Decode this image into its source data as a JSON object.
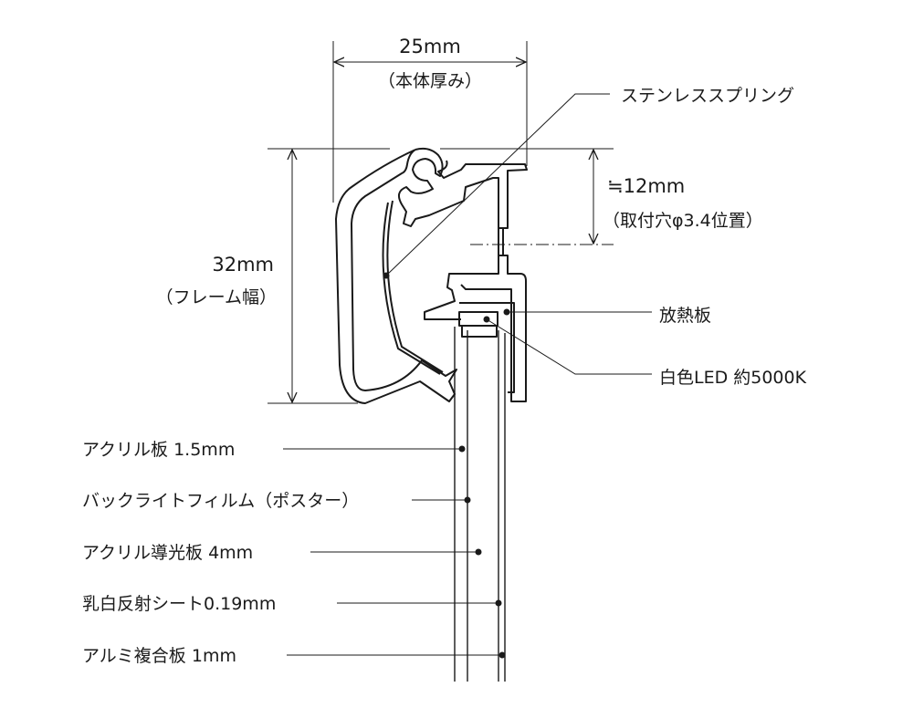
{
  "dimensions": {
    "thickness": {
      "value": "25mm",
      "note": "（本体厚み）"
    },
    "width": {
      "value": "32mm",
      "note": "（フレーム幅）"
    },
    "mount_hole": {
      "value": "≒12mm",
      "note": "（取付穴φ3.4位置）"
    }
  },
  "callouts_right": [
    {
      "label": "ステンレススプリング"
    },
    {
      "label": "放熱板"
    },
    {
      "label": "白色LED 約5000K"
    }
  ],
  "callouts_left": [
    {
      "label": "アクリル板 1.5mm"
    },
    {
      "label": "バックライトフィルム（ポスター）"
    },
    {
      "label": "アクリル導光板 4mm"
    },
    {
      "label": "乳白反射シート0.19mm"
    },
    {
      "label": "アルミ複合板 1mm"
    }
  ]
}
